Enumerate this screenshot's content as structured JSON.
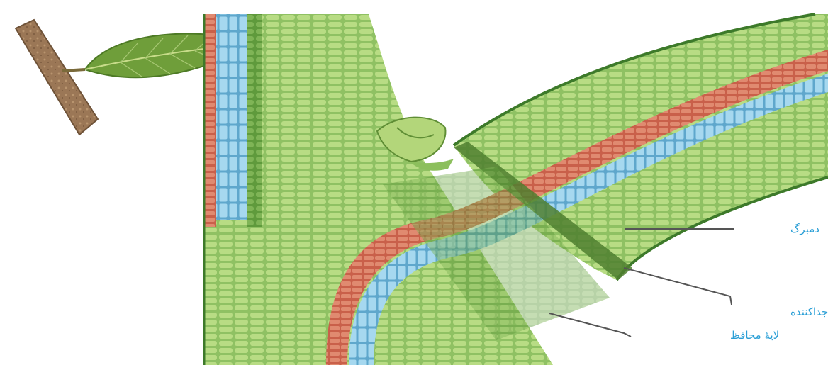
{
  "labels": {
    "petiole": "دمبرگ",
    "abscission_layer": "لایهٔ جداکننده",
    "protective_layer": "لایهٔ محافظ"
  },
  "colors": {
    "label_text": "#2a9fd6",
    "cortex_green": "#8fc163",
    "cortex_dark": "#5f9a3c",
    "phloem_red": "#d9735a",
    "xylem_blue": "#8cc8e6",
    "bark_brown": "#a07d5a",
    "leaf_green": "#6f9e3a"
  }
}
